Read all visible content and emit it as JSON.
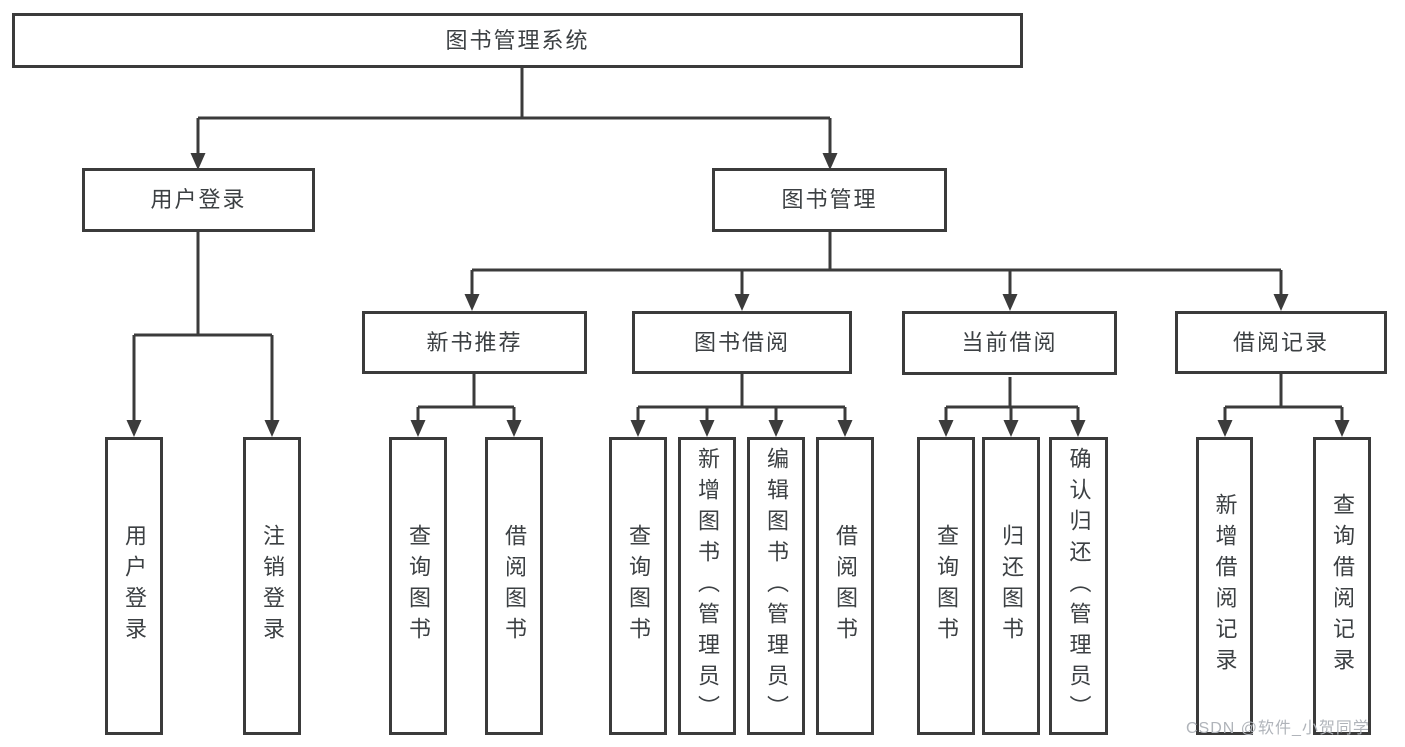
{
  "root": {
    "label": "图书管理系统"
  },
  "level1": [
    {
      "label": "用户登录",
      "children": [
        {
          "label": "用户登录"
        },
        {
          "label": "注销登录"
        }
      ]
    },
    {
      "label": "图书管理",
      "children": [
        {
          "label": "新书推荐",
          "children": [
            {
              "label": "查询图书"
            },
            {
              "label": "借阅图书"
            }
          ]
        },
        {
          "label": "图书借阅",
          "children": [
            {
              "label": "查询图书"
            },
            {
              "label": "新增图书（管理员）"
            },
            {
              "label": "编辑图书（管理员）"
            },
            {
              "label": "借阅图书"
            }
          ]
        },
        {
          "label": "当前借阅",
          "children": [
            {
              "label": "查询图书"
            },
            {
              "label": "归还图书"
            },
            {
              "label": "确认归还（管理员）"
            }
          ]
        },
        {
          "label": "借阅记录",
          "children": [
            {
              "label": "新增借阅记录"
            },
            {
              "label": "查询借阅记录"
            }
          ]
        }
      ]
    }
  ],
  "watermark": "CSDN @软件_小贺同学",
  "colors": {
    "line": "#3b3b3b",
    "text": "#3c4043",
    "background": "#ffffff",
    "watermark": "#b0b4ba"
  }
}
